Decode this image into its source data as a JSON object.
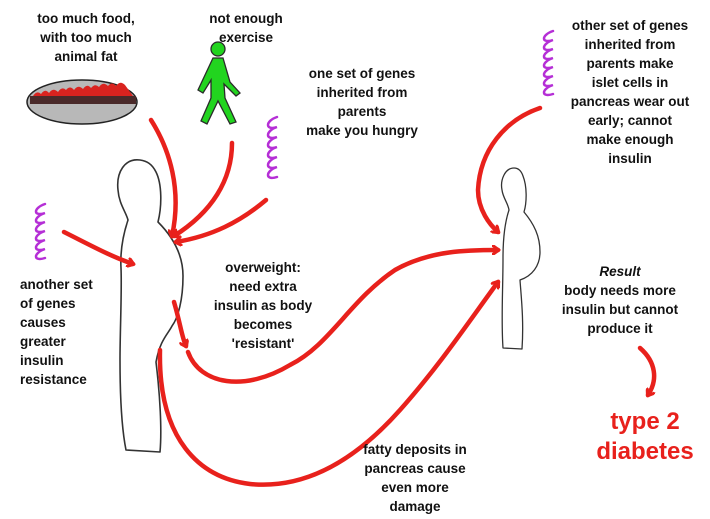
{
  "labels": {
    "food": [
      "too much food,",
      "with too much",
      "animal fat"
    ],
    "exercise": [
      "not enough",
      "exercise"
    ],
    "hunger_genes": [
      "one set of genes",
      "inherited from",
      "parents",
      "make you  hungry"
    ],
    "resistance_genes": [
      "another set",
      "of genes",
      "causes",
      "greater",
      "insulin",
      "resistance"
    ],
    "overweight": [
      "overweight:",
      "need extra",
      "insulin as body",
      "becomes",
      "'resistant'"
    ],
    "islet_genes": [
      "other set of genes",
      "inherited from",
      "parents make",
      "islet cells in",
      "pancreas wear out",
      "early; cannot",
      "make enough",
      "insulin"
    ],
    "result_title": "Result",
    "result": [
      "body needs more",
      "insulin but cannot",
      "produce it"
    ],
    "fatty": [
      "fatty deposits in",
      "pancreas cause",
      "even more",
      "damage"
    ]
  },
  "outcome": [
    "type 2",
    "diabetes"
  ],
  "icons": [
    "fat-dish-icon",
    "walking-person-icon",
    "gene-coil-icon",
    "body-silhouette-icon",
    "arrow-icon"
  ],
  "colors": {
    "arrow": "#e8211c",
    "outcome_text": "#e8211c",
    "gene_coil": "#b52fd6",
    "walker": "#22d41f",
    "dish": "#b8b8b8",
    "food": "#d9231f",
    "body_outline": "#333333"
  }
}
